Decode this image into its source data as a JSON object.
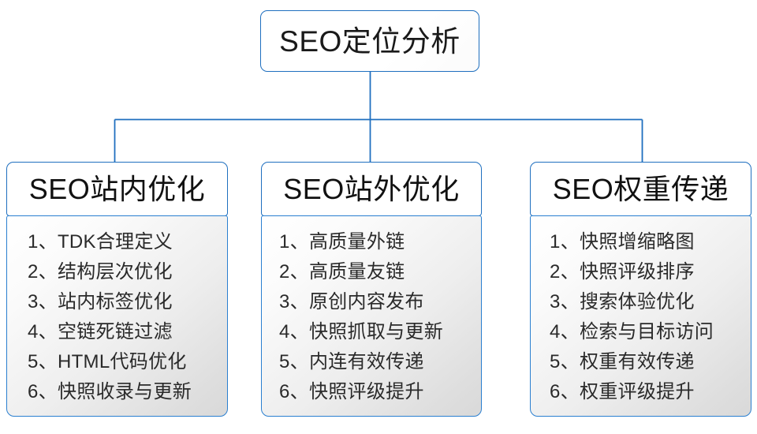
{
  "diagram": {
    "type": "tree",
    "title_node": {
      "label": "SEO定位分析"
    },
    "accent_color": "#1f6fbf",
    "branches": [
      {
        "header": "SEO站内优化",
        "items": [
          "1、TDK合理定义",
          "2、结构层次优化",
          "3、站内标签优化",
          "4、空链死链过滤",
          "5、HTML代码优化",
          "6、快照收录与更新"
        ]
      },
      {
        "header": "SEO站外优化",
        "items": [
          "1、高质量外链",
          "2、高质量友链",
          "3、原创内容发布",
          "4、快照抓取与更新",
          "5、内连有效传递",
          "6、快照评级提升"
        ]
      },
      {
        "header": "SEO权重传递",
        "items": [
          "1、快照增缩略图",
          "2、快照评级排序",
          "3、搜索体验优化",
          "4、检索与目标访问",
          "5、权重有效传递",
          "6、权重评级提升"
        ]
      }
    ]
  }
}
